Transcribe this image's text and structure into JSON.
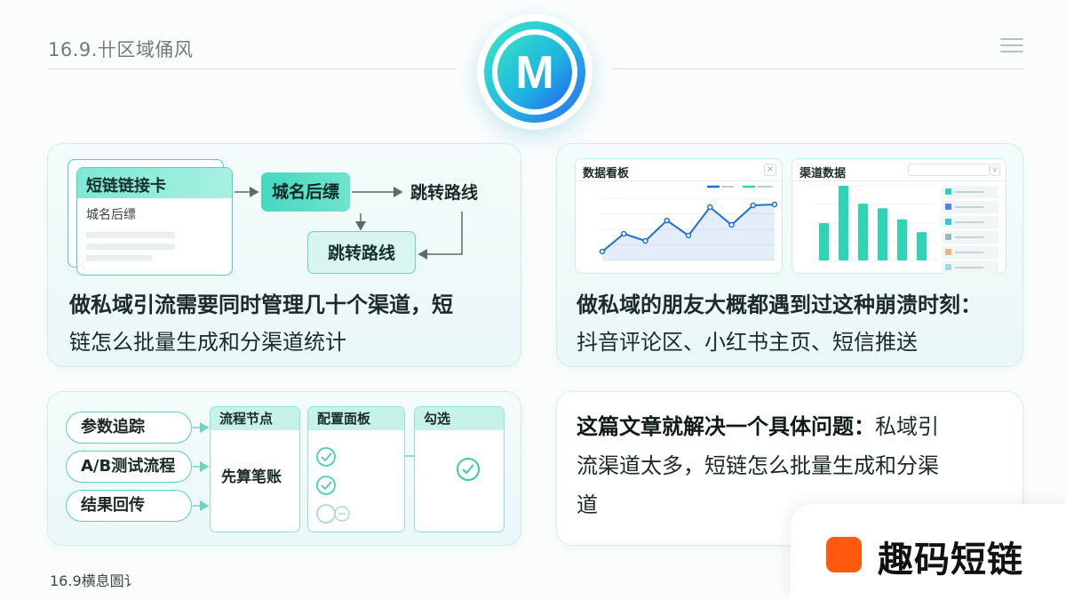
{
  "header": {
    "title": "16.9.卄区域俑风"
  },
  "logo": {
    "letter": "M"
  },
  "card1": {
    "diagram": {
      "card_title": "短链链接卡",
      "card_sub": "城名后缥",
      "node_a": "城名后缥",
      "node_b": "跳转路线",
      "node_c": "跳转路线"
    },
    "text_line1": "做私域引流需要同时管理几十个渠道，短",
    "text_line2": "链怎么批量生成和分渠道统计"
  },
  "card2": {
    "panel_left_title": "数据看板",
    "panel_left_close": "×",
    "panel_right_title": "渠道数据",
    "panel_right_caret": "v",
    "line_chart": {
      "values": [
        10,
        30,
        22,
        45,
        28,
        60,
        40,
        62,
        63
      ]
    },
    "bar_chart": {
      "values": [
        50,
        100,
        76,
        70,
        55,
        38
      ]
    },
    "colors": {
      "primary": "#1e6fd6",
      "accent": "#2fd3b8"
    },
    "text_line1": "做私域的朋友大概都遇到过这种崩溃时刻：",
    "text_line2": "抖音评论区、小红书主页、短信推送"
  },
  "card3": {
    "pills": [
      "参数追踪",
      "A/B测试流程",
      "结果回传"
    ],
    "col1_title": "流程节点",
    "col1_text": "先算笔账",
    "col2_title": "配置面板",
    "col3_title": "勾选"
  },
  "card4": {
    "bold": "这篇文章就解决一个具体问题：",
    "rest1": "私域引",
    "line2": "流渠道太多，短链怎么批量生成和分渠",
    "line3": "道"
  },
  "brand": {
    "name": "趣码短链",
    "color": "#ff5a0f"
  },
  "footer": {
    "text": "16.9横息圄讠"
  }
}
